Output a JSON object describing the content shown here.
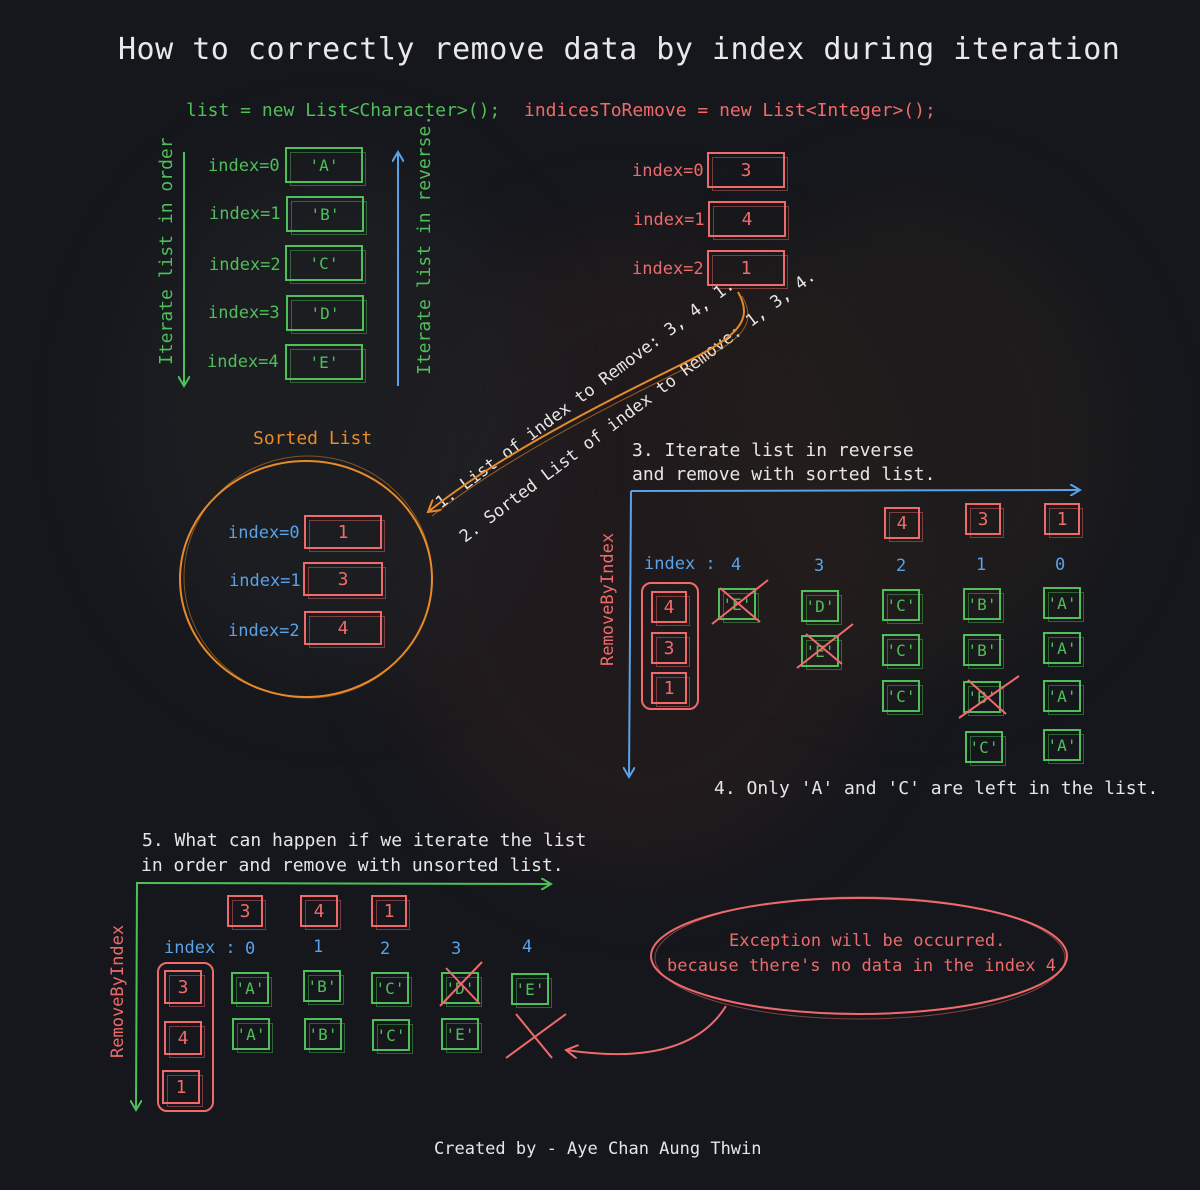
{
  "title": "How to correctly remove data by index during iteration",
  "list_decl": "list = new List<Character>();",
  "indices_decl": "indicesToRemove = new List<Integer>();",
  "iterate_order_label": "Iterate list in order",
  "iterate_reverse_label": "Iterate list in reverse.",
  "main_list": [
    {
      "label": "index=0",
      "value": "'A'"
    },
    {
      "label": "index=1",
      "value": "'B'"
    },
    {
      "label": "index=2",
      "value": "'C'"
    },
    {
      "label": "index=3",
      "value": "'D'"
    },
    {
      "label": "index=4",
      "value": "'E'"
    }
  ],
  "indices_list": [
    {
      "label": "index=0",
      "value": "3"
    },
    {
      "label": "index=1",
      "value": "4"
    },
    {
      "label": "index=2",
      "value": "1"
    }
  ],
  "step1": "1. List of index to Remove: 3, 4, 1.",
  "step2": "2. Sorted List of index to Remove: 1, 3, 4.",
  "sorted_title": "Sorted List",
  "sorted_list": [
    {
      "label": "index=0",
      "value": "1"
    },
    {
      "label": "index=1",
      "value": "3"
    },
    {
      "label": "index=2",
      "value": "4"
    }
  ],
  "step3_line1": "3. Iterate list in reverse",
  "step3_line2": "and remove with sorted list.",
  "remove_by_index": "RemoveByIndex",
  "reverse_section": {
    "index_label": "index :",
    "top_values": [
      "4",
      "3",
      "1"
    ],
    "indices": [
      "4",
      "3",
      "2",
      "1",
      "0"
    ],
    "stack": [
      "4",
      "3",
      "1"
    ],
    "col4": [
      "'E'"
    ],
    "col3": [
      "'D'",
      "'E'"
    ],
    "col2": [
      "'C'",
      "'C'",
      "'C'"
    ],
    "col1": [
      "'B'",
      "'B'",
      "'B'",
      "'C'"
    ],
    "col0": [
      "'A'",
      "'A'",
      "'A'",
      "'A'"
    ]
  },
  "step4": "4. Only 'A' and 'C' are left in the list.",
  "step5_line1": "5. What can happen if we iterate the list",
  "step5_line2": "in order and remove with unsorted list.",
  "order_section": {
    "index_label": "index :",
    "top_values": [
      "3",
      "4",
      "1"
    ],
    "indices": [
      "0",
      "1",
      "2",
      "3",
      "4"
    ],
    "stack": [
      "3",
      "4",
      "1"
    ],
    "row1": [
      "'A'",
      "'B'",
      "'C'",
      "'D'",
      "'E'"
    ],
    "row2": [
      "'A'",
      "'B'",
      "'C'",
      "'E'"
    ]
  },
  "exception_line1": "Exception will be occurred.",
  "exception_line2": "because there's no data in the index 4.",
  "credit": "Created by - Aye Chan Aung Thwin"
}
